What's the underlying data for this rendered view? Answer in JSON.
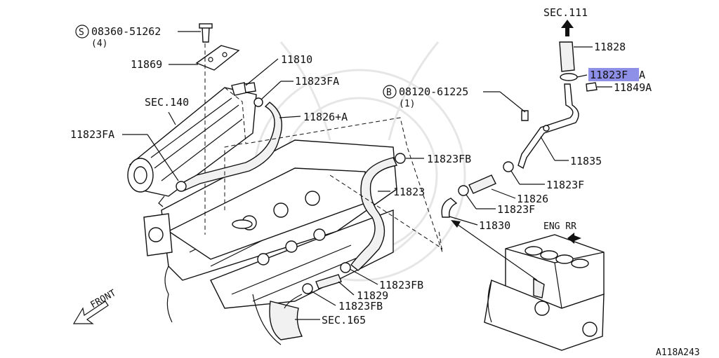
{
  "diagram": {
    "labels": {
      "bolt": "08360-51262",
      "bolt_qty": "(4)",
      "p11869": "11869",
      "p11810": "11810",
      "p11823FA_top": "11823FA",
      "sec140": "SEC.140",
      "p11826A": "11826+A",
      "p11823FA_left": "11823FA",
      "p11823FB_mid": "11823FB",
      "p11823": "11823",
      "p11823FB_low": "11823FB",
      "p11829": "11829",
      "p11823FB_bot": "11823FB",
      "sec165": "SEC.165",
      "front": "FRONT",
      "sec111": "SEC.111",
      "p11828": "11828",
      "p11823FA_right": "11823F",
      "p11823FA_right_suffix": "A",
      "p11849A": "11849A",
      "boltB": "08120-61225",
      "boltB_qty": "(1)",
      "p11835": "11835",
      "p11823F_a": "11823F",
      "p11826": "11826",
      "p11823F_b": "11823F",
      "p11830": "11830",
      "eng_rr": "ENG RR",
      "ref": "A118A243"
    },
    "markers": {
      "s": "S",
      "b": "B"
    },
    "highlight_color": "#8e8fe6"
  }
}
